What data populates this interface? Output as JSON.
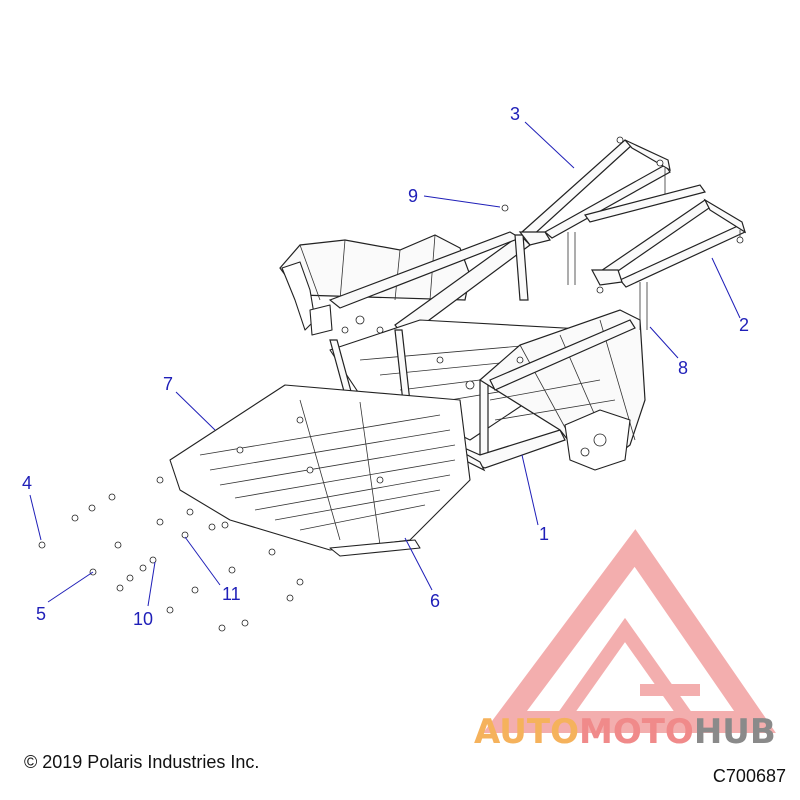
{
  "callouts": [
    {
      "id": "1",
      "label": "1"
    },
    {
      "id": "2",
      "label": "2"
    },
    {
      "id": "3",
      "label": "3"
    },
    {
      "id": "4",
      "label": "4"
    },
    {
      "id": "5",
      "label": "5"
    },
    {
      "id": "6",
      "label": "6"
    },
    {
      "id": "7",
      "label": "7"
    },
    {
      "id": "8",
      "label": "8"
    },
    {
      "id": "9",
      "label": "9"
    },
    {
      "id": "10",
      "label": "10"
    },
    {
      "id": "11",
      "label": "11"
    }
  ],
  "footer": {
    "copyright": "© 2019 Polaris Industries Inc.",
    "drawing_id": "C700687"
  },
  "watermark": {
    "part1": "AUTO",
    "part2": "MOTO",
    "part3": "HUB",
    "colors": {
      "auto": "#f5b25c",
      "moto": "#f08a8a",
      "hub": "#8a8a8a",
      "triangle": "#f2a0a0"
    }
  },
  "colors": {
    "callout": "#1f1fb8",
    "line": "#222222"
  }
}
